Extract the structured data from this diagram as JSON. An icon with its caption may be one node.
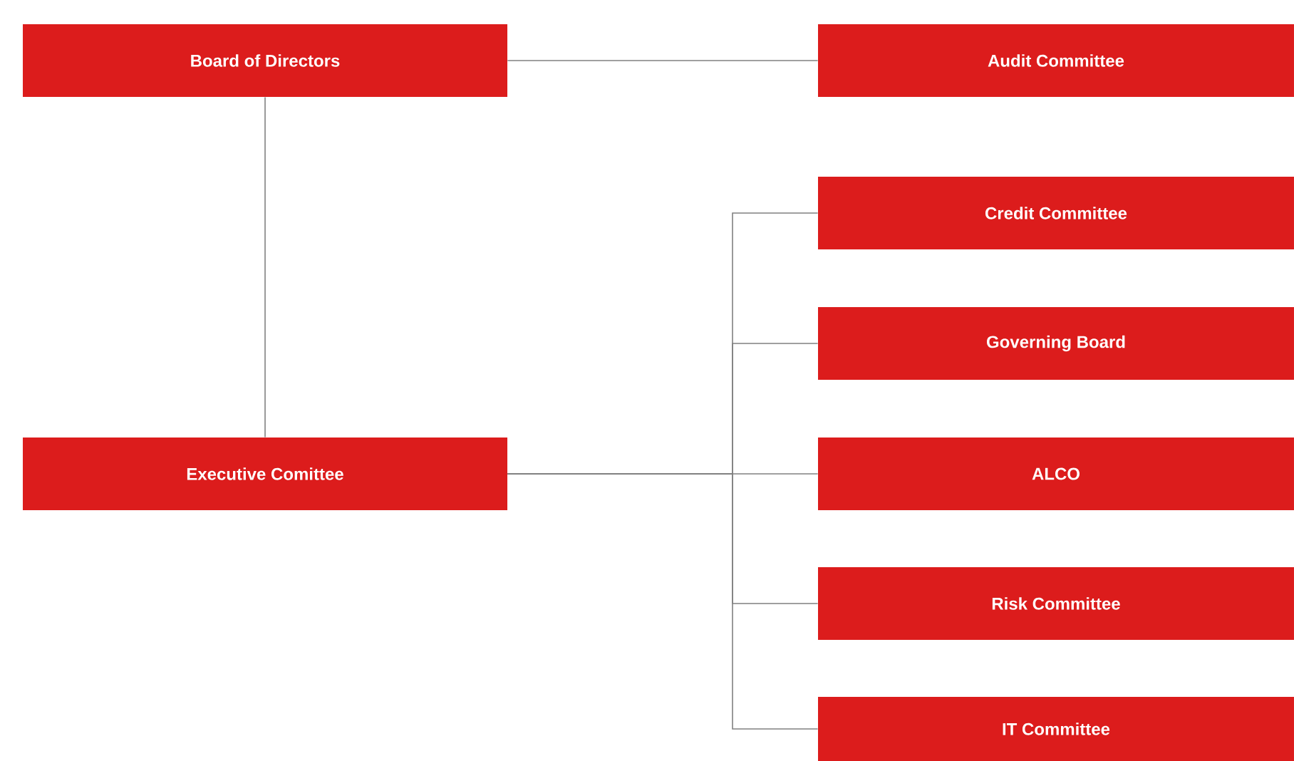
{
  "diagram": {
    "nodes": [
      {
        "text": [
          "Board of Directors"
        ]
      },
      {
        "text": [
          "Audit Committee"
        ]
      },
      {
        "text": [
          "Credit Committee"
        ]
      },
      {
        "text": [
          "Governing Board"
        ]
      },
      {
        "text": [
          "Executive Comittee"
        ]
      },
      {
        "text": [
          "ALCO"
        ]
      },
      {
        "text": [
          "Risk Committee"
        ]
      },
      {
        "text": [
          "IT Committee"
        ]
      }
    ],
    "edges": [
      {
        "from": 0,
        "to": 1,
        "arrow": "none"
      },
      {
        "from": 0,
        "to": 4,
        "arrow": "none"
      },
      {
        "from": 4,
        "to": 2,
        "arrow": "none"
      },
      {
        "from": 4,
        "to": 3,
        "arrow": "none"
      },
      {
        "from": 4,
        "to": 5,
        "arrow": "none"
      },
      {
        "from": 4,
        "to": 6,
        "arrow": "none"
      },
      {
        "from": 4,
        "to": 7,
        "arrow": "none"
      }
    ]
  }
}
